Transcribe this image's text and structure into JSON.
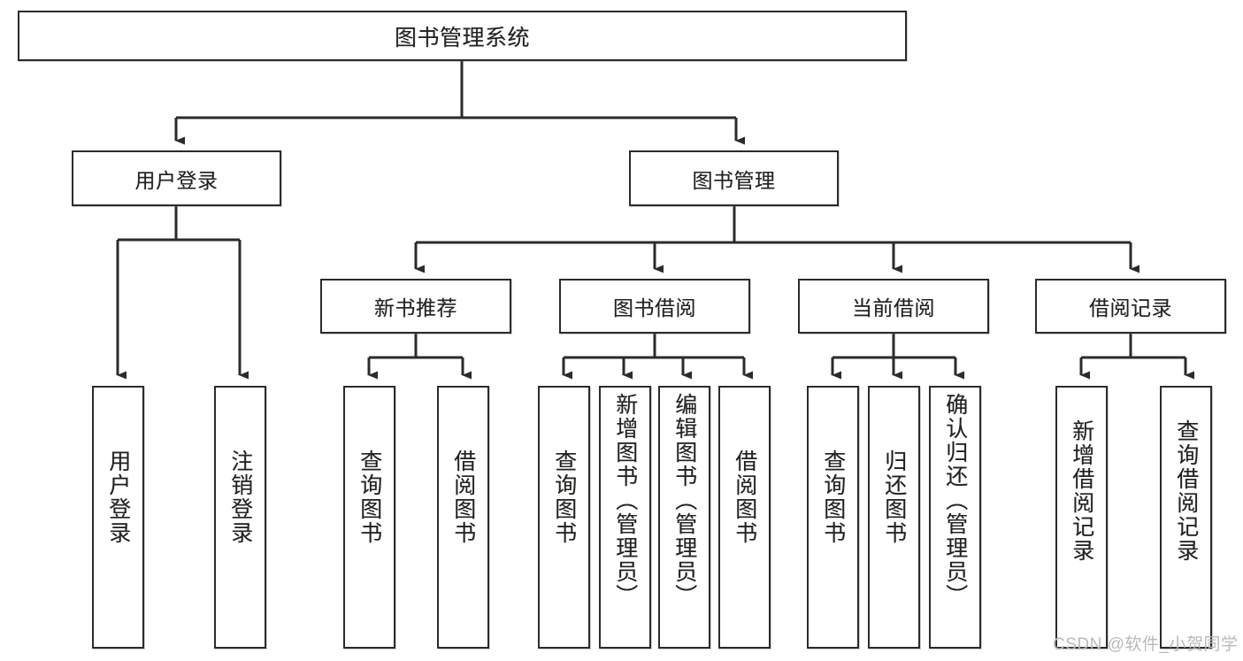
{
  "diagram": {
    "title": "图书管理系统",
    "type": "functional-structure-tree",
    "watermark": "CSDN @软件_小贺同学",
    "colors": {
      "box_border": "#2b2b2b",
      "box_fill": "#ffffff",
      "edge": "#2b2b2b",
      "text": "#222222",
      "watermark": "#b9b9b9",
      "background": "#ffffff"
    },
    "root": {
      "label": "图书管理系统"
    },
    "level2": [
      {
        "label": "用户登录"
      },
      {
        "label": "图书管理"
      }
    ],
    "level3": [
      {
        "label": "新书推荐"
      },
      {
        "label": "图书借阅"
      },
      {
        "label": "当前借阅"
      },
      {
        "label": "借阅记录"
      }
    ],
    "leaves": {
      "user_login": [
        {
          "label": "用户登录"
        },
        {
          "label": "注销登录"
        }
      ],
      "new_book_recommend": [
        {
          "label": "查询图书"
        },
        {
          "label": "借阅图书"
        }
      ],
      "book_borrow": [
        {
          "label": "查询图书"
        },
        {
          "label": "新增图书（管理员）"
        },
        {
          "label": "编辑图书（管理员）"
        },
        {
          "label": "借阅图书"
        }
      ],
      "current_borrow": [
        {
          "label": "查询图书"
        },
        {
          "label": "归还图书"
        },
        {
          "label": "确认归还（管理员）"
        }
      ],
      "borrow_record": [
        {
          "label": "新增借阅记录"
        },
        {
          "label": "查询借阅记录"
        }
      ]
    }
  }
}
